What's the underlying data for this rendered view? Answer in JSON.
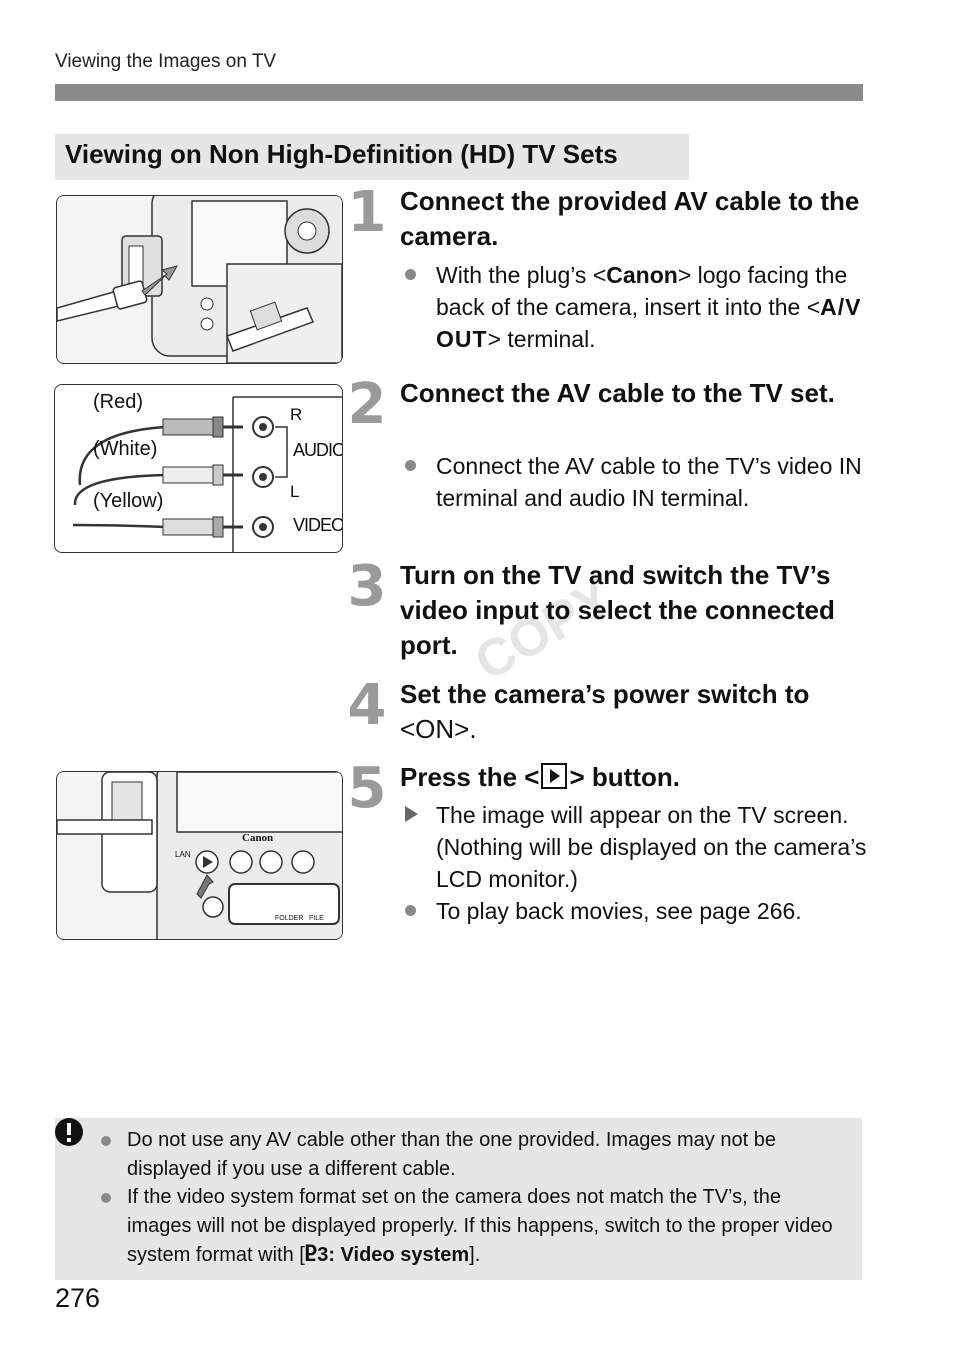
{
  "header": {
    "running_title": "Viewing the Images on TV"
  },
  "section": {
    "title": "Viewing on Non High-Definition (HD) TV Sets"
  },
  "steps": [
    {
      "number": "1",
      "title": "Connect the provided AV cable to the camera.",
      "items": [
        {
          "pre": "With the plug’s <",
          "bold": "Canon",
          "mid": "> logo facing the back of the camera, insert it into the <",
          "terminal": "A/V OUT",
          "post": "> terminal."
        }
      ]
    },
    {
      "number": "2",
      "title": "Connect the AV cable to the TV set.",
      "items": [
        {
          "text": "Connect the AV cable to the TV’s video IN terminal and audio IN terminal."
        }
      ]
    },
    {
      "number": "3",
      "title": "Turn on the TV and switch the TV’s video input to select the connected port."
    },
    {
      "number": "4",
      "title_pre": "Set the camera’s power switch to",
      "title_on": "<ON>."
    },
    {
      "number": "5",
      "title_pre": "Press the <",
      "title_post": "> button.",
      "items": [
        {
          "text": "The image will appear on the TV screen. (Nothing will be displayed on the camera’s LCD monitor.)"
        },
        {
          "text": "To play back movies, see page 266."
        }
      ]
    }
  ],
  "figure_av": {
    "red": "(Red)",
    "white": "(White)",
    "yellow": "(Yellow)",
    "r": "R",
    "l": "L",
    "audio": "AUDIO",
    "video": "VIDEO"
  },
  "figure_camera": {
    "brand": "Canon",
    "lan": "LAN",
    "folder": "FOLDER",
    "file": "FILE"
  },
  "notes": {
    "items": [
      {
        "text": "Do not use any AV cable other than the one provided. Images may not be displayed if you use a different cable."
      },
      {
        "pre": "If the video system format set on the camera does not match the TV’s, the images will not be displayed properly. If this happens, switch to the proper video system format with [",
        "bold": "3: Video system",
        "post": "]."
      }
    ]
  },
  "watermark": "COPY",
  "page_number": "276"
}
